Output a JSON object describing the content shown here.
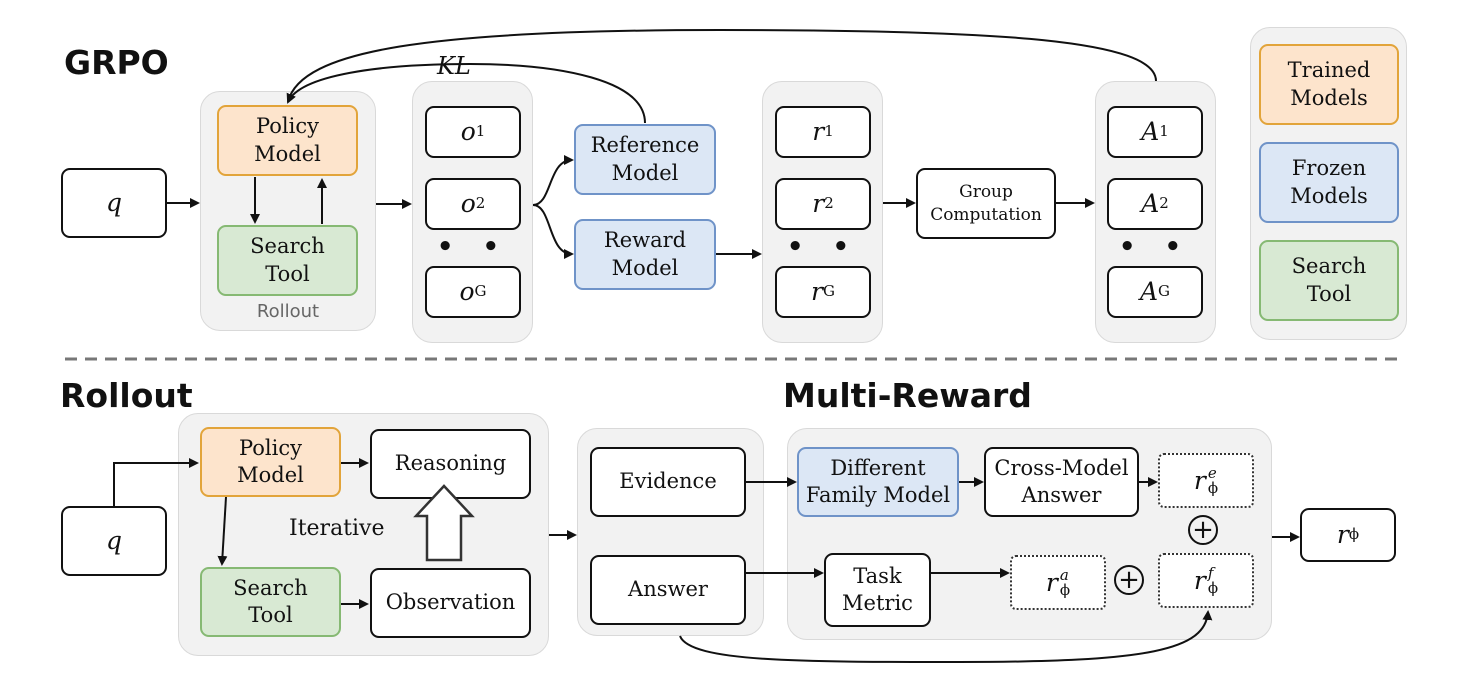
{
  "grpo": {
    "title": "GRPO",
    "q": "q",
    "rollout_caption": "Rollout",
    "policy_model": "Policy\nModel",
    "search_tool": "Search\nTool",
    "outputs": [
      {
        "base": "o",
        "sub": "1"
      },
      {
        "base": "o",
        "sub": "2"
      },
      {
        "base": "o",
        "sub": "G"
      }
    ],
    "ellipsis": "• • •",
    "reference_model": "Reference\nModel",
    "reward_model": "Reward\nModel",
    "kl_label": "KL",
    "rewards": [
      {
        "base": "r",
        "sub": "1"
      },
      {
        "base": "r",
        "sub": "2"
      },
      {
        "base": "r",
        "sub": "G"
      }
    ],
    "group_computation": "Group\nComputation",
    "advantages": [
      {
        "base": "A",
        "sub": "1"
      },
      {
        "base": "A",
        "sub": "2"
      },
      {
        "base": "A",
        "sub": "G"
      }
    ]
  },
  "legend": {
    "trained": "Trained\nModels",
    "frozen": "Frozen\nModels",
    "search": "Search\nTool"
  },
  "rollout": {
    "title": "Rollout",
    "q": "q",
    "policy_model": "Policy\nModel",
    "reasoning": "Reasoning",
    "iterative": "Iterative",
    "search_tool": "Search\nTool",
    "observation": "Observation"
  },
  "multireward": {
    "title": "Multi-Reward",
    "evidence": "Evidence",
    "answer": "Answer",
    "different_family_model": "Different\nFamily Model",
    "cross_model_answer": "Cross-Model\nAnswer",
    "task_metric": "Task\nMetric",
    "r_e": {
      "base": "r",
      "sub": "ϕ",
      "sup": "e"
    },
    "r_a": {
      "base": "r",
      "sub": "ϕ",
      "sup": "a"
    },
    "r_f": {
      "base": "r",
      "sub": "ϕ",
      "sup": "f"
    },
    "r_final": {
      "base": "r",
      "sub": "ϕ"
    },
    "plus": "+"
  },
  "colors": {
    "trained_fill": "#fde4cc",
    "trained_border": "#e2a43a",
    "frozen_fill": "#dce7f5",
    "frozen_border": "#6f93c8",
    "search_fill": "#d8e9d3",
    "search_border": "#86b973",
    "panel_fill": "#f2f2f2"
  }
}
